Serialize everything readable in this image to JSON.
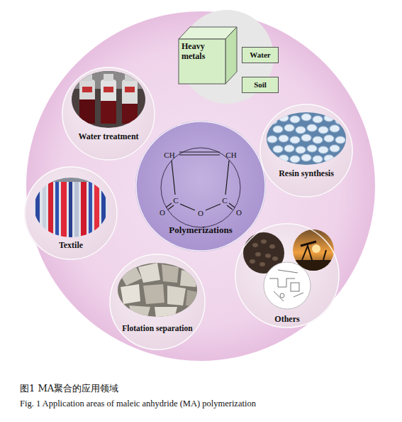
{
  "diagram": {
    "caption": "图1 MA聚合的应用领域",
    "nodes": [
      {
        "text": [
          "Heavy metals"
        ]
      },
      {
        "text": [
          "Water"
        ]
      },
      {
        "text": [
          "Soil"
        ]
      },
      {
        "text": [
          "Water treatment"
        ]
      },
      {
        "text": [
          "Resin synthesis"
        ]
      },
      {
        "text": [
          "Polymerizations"
        ]
      },
      {
        "text": [
          "Textile"
        ]
      },
      {
        "text": [
          "Others"
        ]
      },
      {
        "text": [
          "Flotation separation"
        ]
      }
    ],
    "labels": [
      "CH",
      "CH",
      "C",
      "O",
      "C",
      "O",
      "O",
      "Fig. 1 Application areas of maleic anhydride (MA) polymerization"
    ]
  }
}
